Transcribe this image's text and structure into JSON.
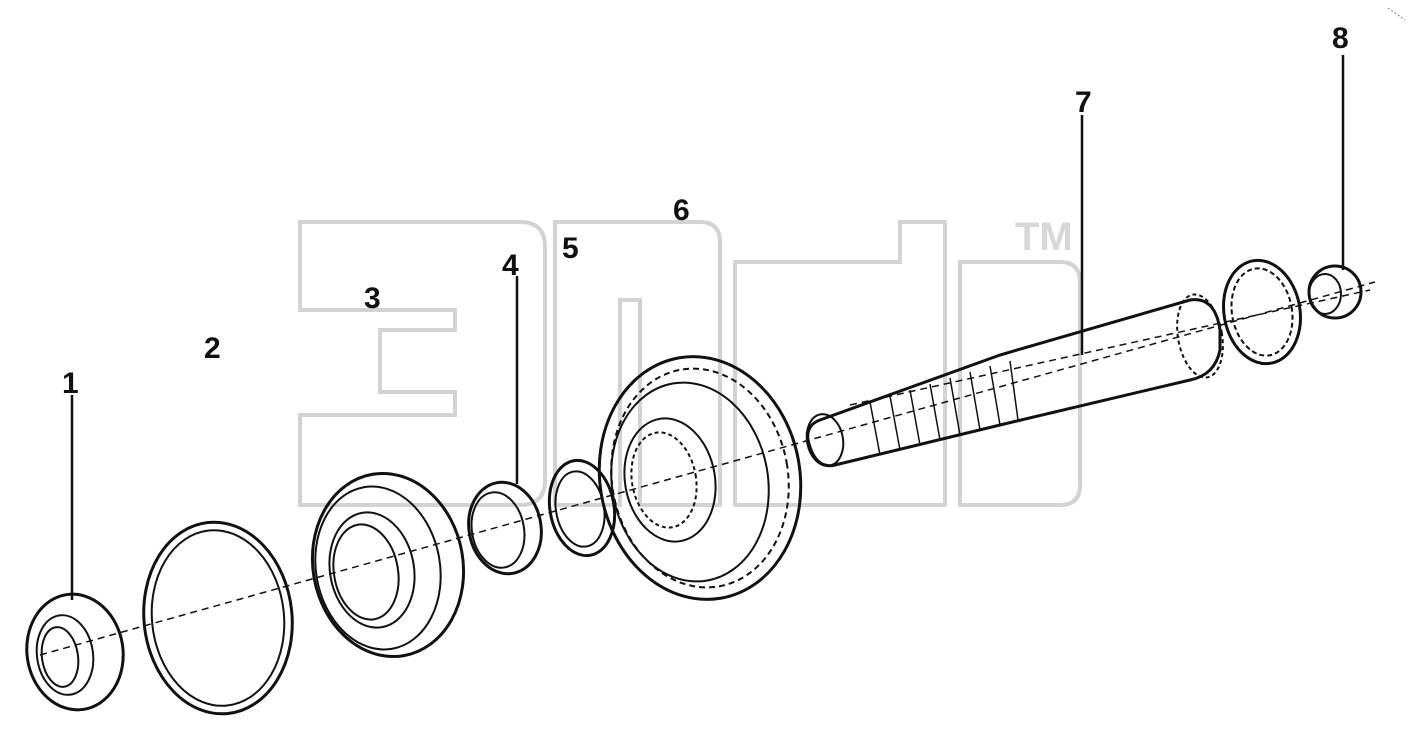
{
  "watermark": {
    "logo": "ЭПЦ",
    "trademark": "TM"
  },
  "callouts": [
    "1",
    "2",
    "3",
    "4",
    "5",
    "6",
    "7",
    "8"
  ]
}
